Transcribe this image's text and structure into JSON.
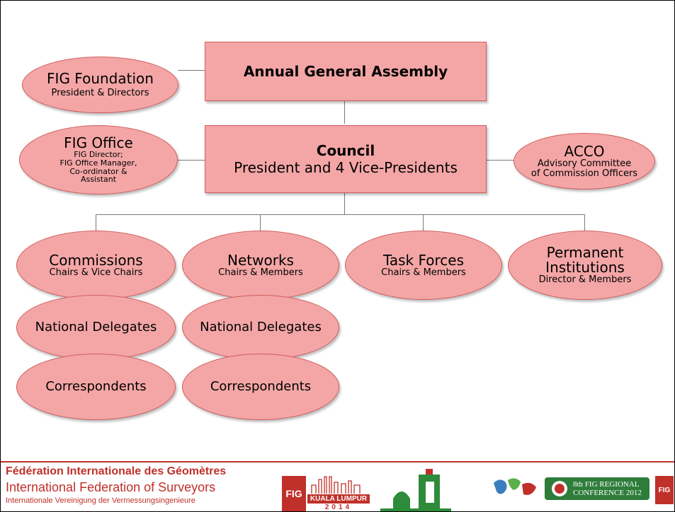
{
  "assembly": "Annual General Assembly",
  "council": {
    "title": "Council",
    "subtitle": "President and 4 Vice-Presidents"
  },
  "foundation": {
    "title": "FIG Foundation",
    "sub": "President & Directors"
  },
  "office": {
    "title": "FIG Office",
    "lines": [
      "FIG Director;",
      "FIG Office Manager,",
      "Co-ordinator &",
      "Assistant"
    ]
  },
  "acco": {
    "title": "ACCO",
    "lines": [
      "Advisory Committee",
      "of Commission Officers"
    ]
  },
  "commissions": {
    "title": "Commissions",
    "sub": "Chairs & Vice Chairs",
    "delegates": "National Delegates",
    "correspondents": "Correspondents"
  },
  "networks": {
    "title": "Networks",
    "sub": "Chairs & Members",
    "delegates": "National Delegates",
    "correspondents": "Correspondents"
  },
  "taskforces": {
    "title": "Task Forces",
    "sub": "Chairs & Members"
  },
  "permanent": {
    "title_lines": [
      "Permanent",
      "Institutions"
    ],
    "sub": "Director & Members"
  },
  "footer": {
    "line1": "Fédération Internationale des Géomètres",
    "line2": "International Federation of Surveyors",
    "line3": "Internationale Vereinigung der Vermessungsingenieure"
  },
  "logos": {
    "fig": "FIG",
    "kuala_title": "KUALA LUMPUR",
    "kuala_year": "2014",
    "regional_line1": "8th FIG REGIONAL",
    "regional_line2": "CONFERENCE 2012"
  },
  "colors": {
    "box_fill": "#f4a6a6",
    "box_border": "#d05c5c",
    "footer_red": "#c0302a",
    "connector": "#7a7a7a"
  }
}
